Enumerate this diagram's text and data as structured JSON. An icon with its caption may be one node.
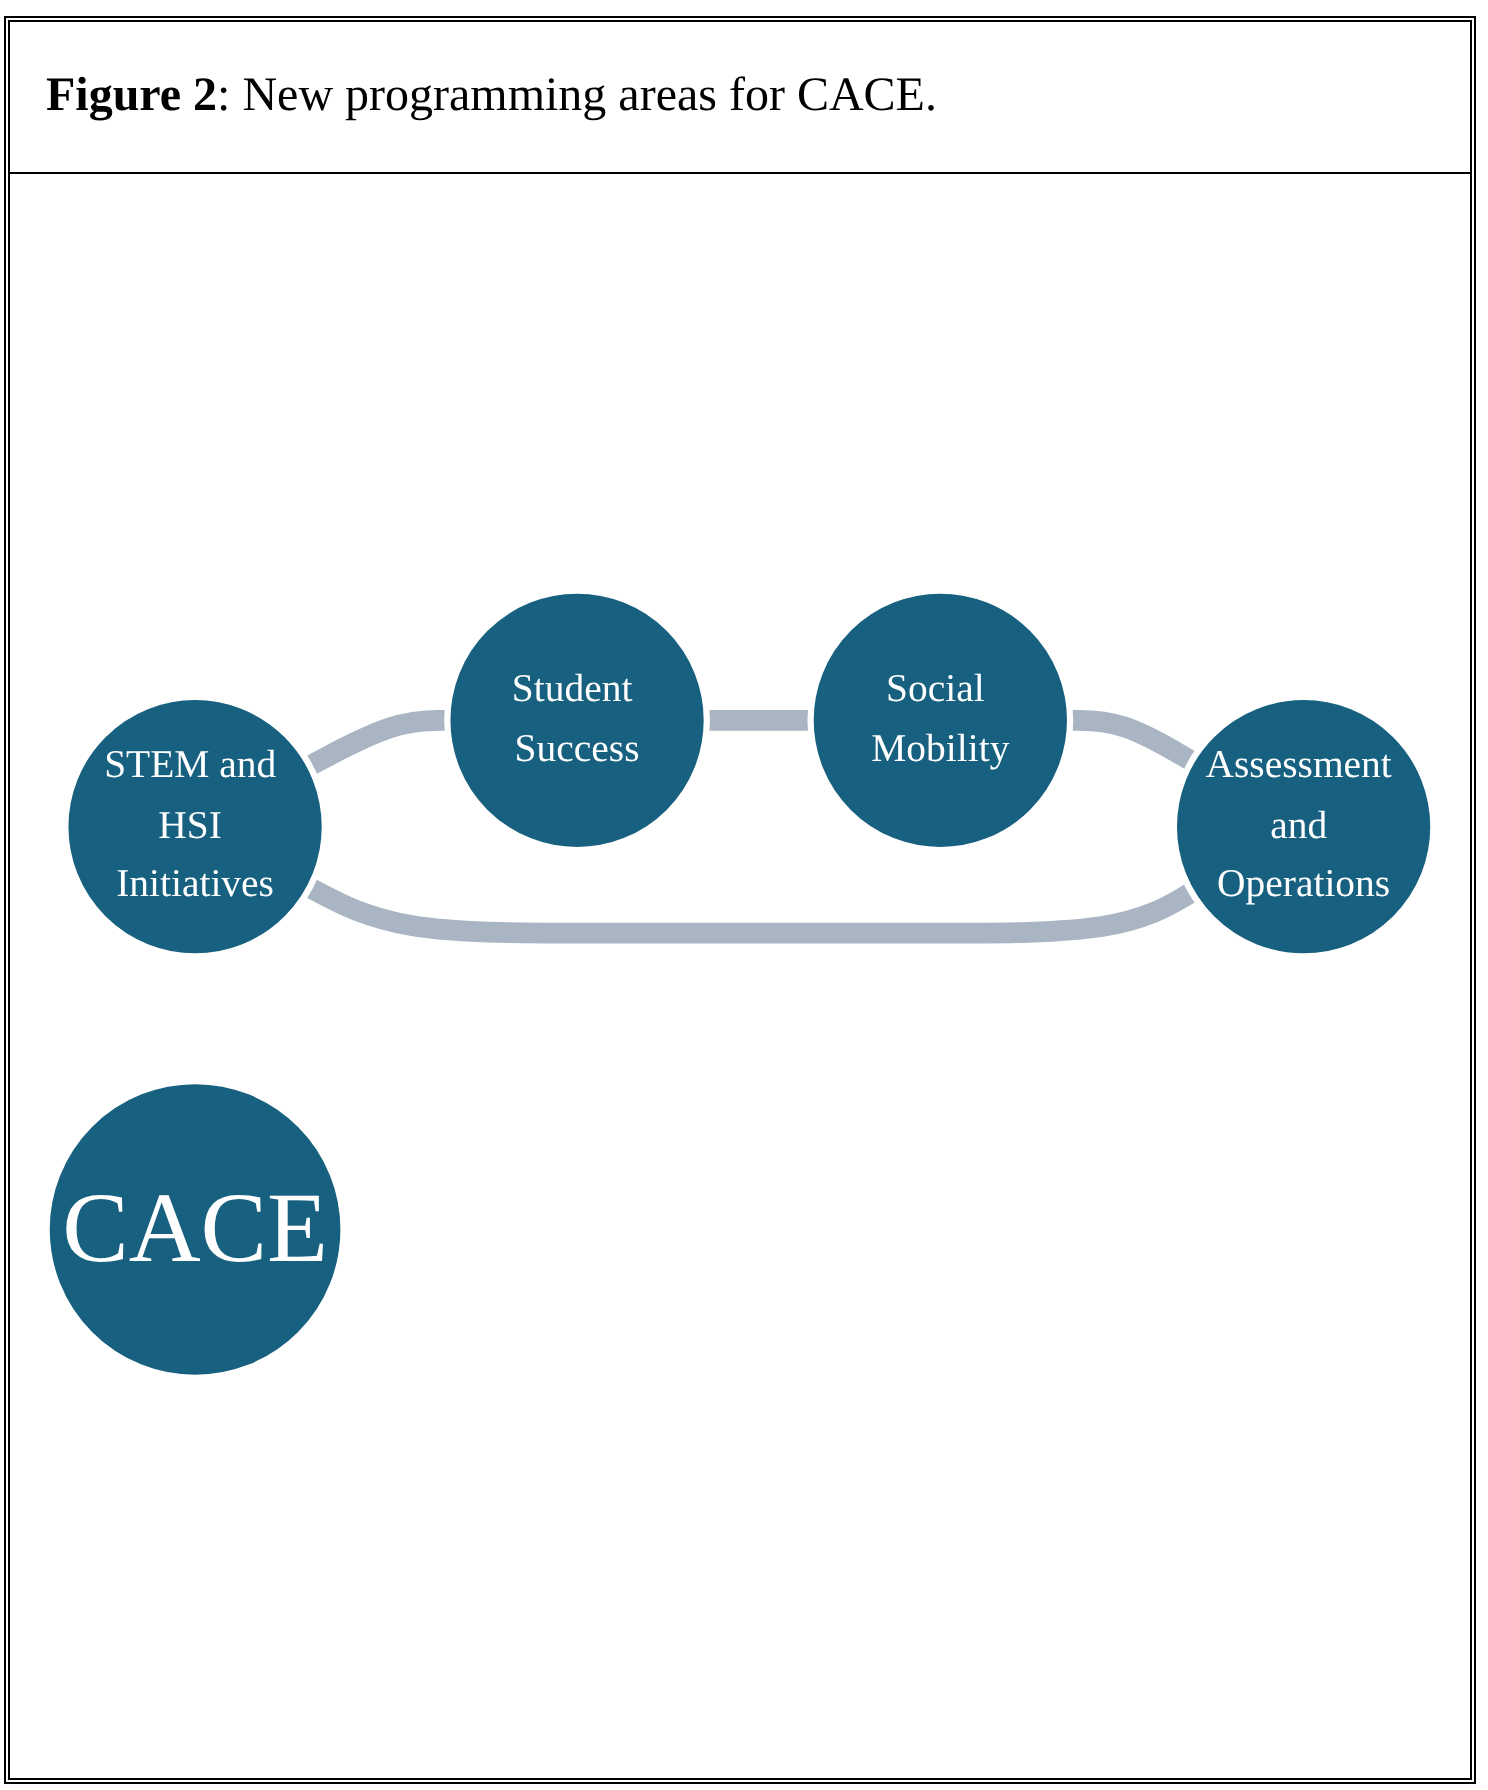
{
  "diagram": {
    "title": "**Figure 2**: New programming areas for CACE.",
    "nodes": [
      {
        "text": [
          "STEM and HSI Initiatives"
        ]
      },
      {
        "text": [
          "Assessment and Operations"
        ]
      },
      {
        "text": [
          "CACE"
        ]
      },
      {
        "text": [
          "Student Success"
        ]
      },
      {
        "text": [
          "Social Mobility"
        ]
      }
    ],
    "edges": [
      {
        "from": 0,
        "to": 3,
        "arrow": "none"
      },
      {
        "from": 3,
        "to": 4,
        "arrow": "none"
      },
      {
        "from": 4,
        "to": 1,
        "arrow": "none"
      },
      {
        "from": 1,
        "to": 0,
        "arrow": "none"
      }
    ]
  }
}
